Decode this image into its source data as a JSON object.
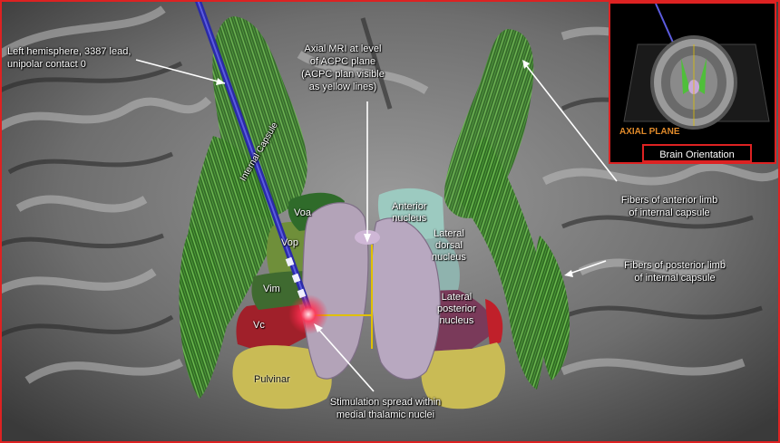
{
  "labels": {
    "lead": "Left hemisphere, 3387 lead,\nunipolar contact 0",
    "axial_mri": "Axial MRI at level\nof ACPC plane\n(ACPC plan visible\nas yellow lines)",
    "anterior_limb": "Fibers of anterior limb\nof internal capsule",
    "posterior_limb": "Fibers of posterior limb\nof internal capsule",
    "stimulation": "Stimulation spread within\nmedial thalamic nuclei",
    "internal_capsule": "Internal Capsule"
  },
  "nuclei": {
    "voa": "Voa",
    "vop": "Vop",
    "vim": "Vim",
    "vc": "Vc",
    "pulvinar": "Pulvinar",
    "anterior": "Anterior\nnucleus",
    "lateral_dorsal": "Lateral\ndorsal\nnucleus",
    "lateral_posterior": "Lateral\nposterior\nnucleus"
  },
  "inset": {
    "plane_label": "AXIAL PLANE",
    "title": "Brain Orientation"
  },
  "colors": {
    "frame": "#dd2222",
    "fibers": "#3f8a2a",
    "lead": "#2a2aa8",
    "acpc": "#e0c000",
    "voa": "#2f6b2a",
    "vop": "#6f8f3a",
    "vim": "#3f6a30",
    "vc": "#a0202a",
    "pulvinar": "#c9bb55",
    "anterior": "#9ccac0",
    "lateral_dorsal": "#8fb3ae",
    "lateral_posterior": "#7a3a5a",
    "medial": "#b3a3b8"
  }
}
